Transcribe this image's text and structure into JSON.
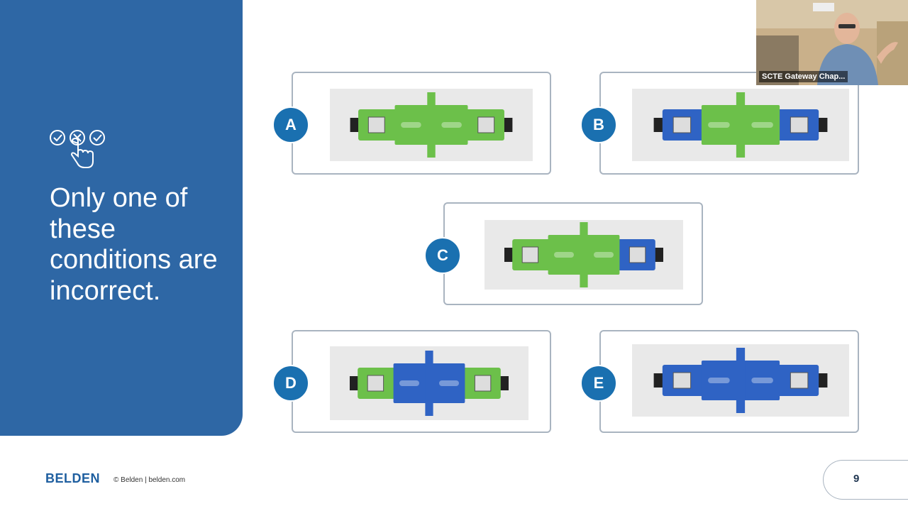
{
  "slide": {
    "headline": "Only one of these conditions are incorrect.",
    "page_number": "9",
    "accent_color": "#2e67a5"
  },
  "options": [
    {
      "letter": "A",
      "connector_left": "green",
      "adapter": "green",
      "connector_right": "green"
    },
    {
      "letter": "B",
      "connector_left": "blue",
      "adapter": "green",
      "connector_right": "blue"
    },
    {
      "letter": "C",
      "connector_left": "green",
      "adapter": "green",
      "connector_right": "blue"
    },
    {
      "letter": "D",
      "connector_left": "green",
      "adapter": "blue",
      "connector_right": "green"
    },
    {
      "letter": "E",
      "connector_left": "blue",
      "adapter": "blue",
      "connector_right": "blue"
    }
  ],
  "footer": {
    "logo": "BELDEN",
    "copyright": "© Belden  |  belden.com"
  },
  "webcam": {
    "label": "SCTE Gateway Chap..."
  },
  "colors": {
    "green": "#6cc04a",
    "blue": "#2f63c4"
  }
}
